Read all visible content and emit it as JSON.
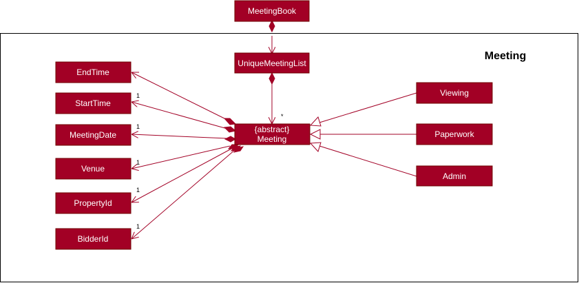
{
  "package": {
    "title": "Meeting"
  },
  "colors": {
    "box_fill": "#a20025",
    "box_stroke": "#6f0000",
    "edge": "#a20025",
    "text": "#ffffff"
  },
  "nodes": {
    "meeting_book": "MeetingBook",
    "unique_meeting_list": "UniqueMeetingList",
    "meeting_stereotype": "{abstract}",
    "meeting": "Meeting",
    "end_time": "EndTime",
    "start_time": "StartTime",
    "meeting_date": "MeetingDate",
    "venue": "Venue",
    "property_id": "PropertyId",
    "bidder_id": "BidderId",
    "viewing": "Viewing",
    "paperwork": "Paperwork",
    "admin": "Admin"
  },
  "multiplicities": {
    "list_to_meeting": "*",
    "start_time": "1",
    "meeting_date": "1",
    "venue": "1",
    "property_id": "1",
    "bidder_id": "1"
  }
}
